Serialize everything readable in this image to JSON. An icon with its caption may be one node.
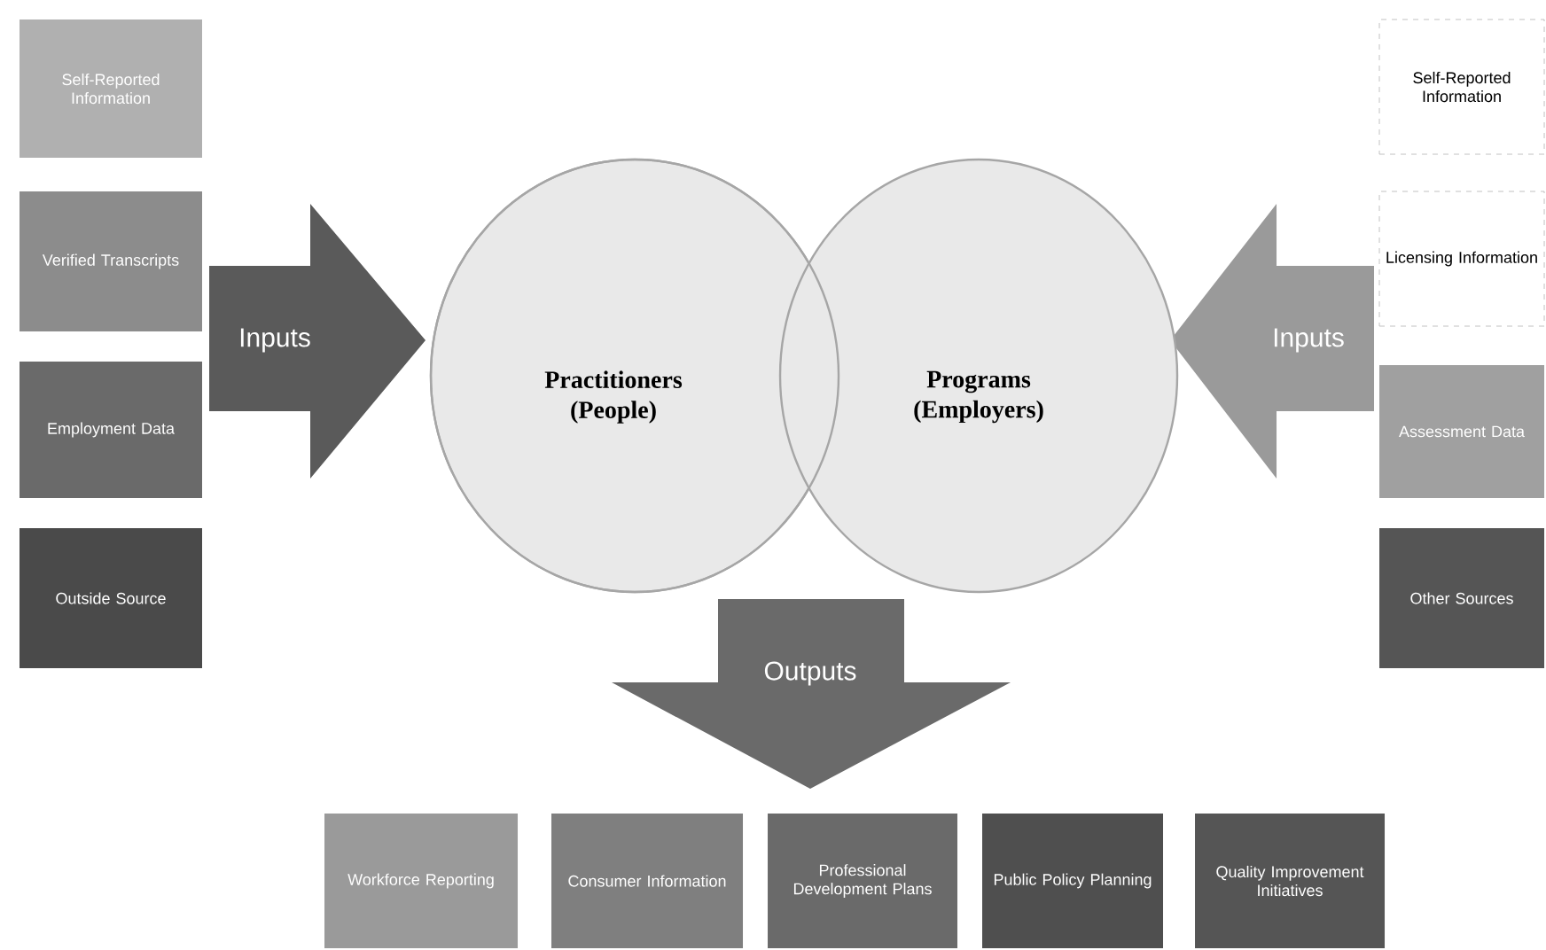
{
  "diagram": {
    "nodes": [
      {
        "text": [
          "Self-Reported Information"
        ]
      },
      {
        "text": [
          "Verified Transcripts"
        ]
      },
      {
        "text": [
          "Employment Data"
        ]
      },
      {
        "text": [
          "Outside Source"
        ]
      },
      {
        "text": [
          "Self-Reported Information"
        ]
      },
      {
        "text": [
          "Licensing Information"
        ]
      },
      {
        "text": [
          "Assessment Data"
        ]
      },
      {
        "text": [
          "Other Sources"
        ]
      },
      {
        "text": [
          "Inputs"
        ]
      },
      {
        "text": [
          "Inputs"
        ]
      },
      {
        "text": [
          "Practitioners (People)"
        ]
      },
      {
        "text": [
          "Programs (Employers)"
        ]
      },
      {
        "text": [
          "Outputs"
        ]
      },
      {
        "text": [
          "Workforce Reporting"
        ]
      },
      {
        "text": [
          "Consumer Information"
        ]
      },
      {
        "text": [
          "Professional Development Plans"
        ]
      },
      {
        "text": [
          "Public Policy Planning"
        ]
      },
      {
        "text": [
          "Quality Improvement Initiatives"
        ]
      }
    ]
  }
}
